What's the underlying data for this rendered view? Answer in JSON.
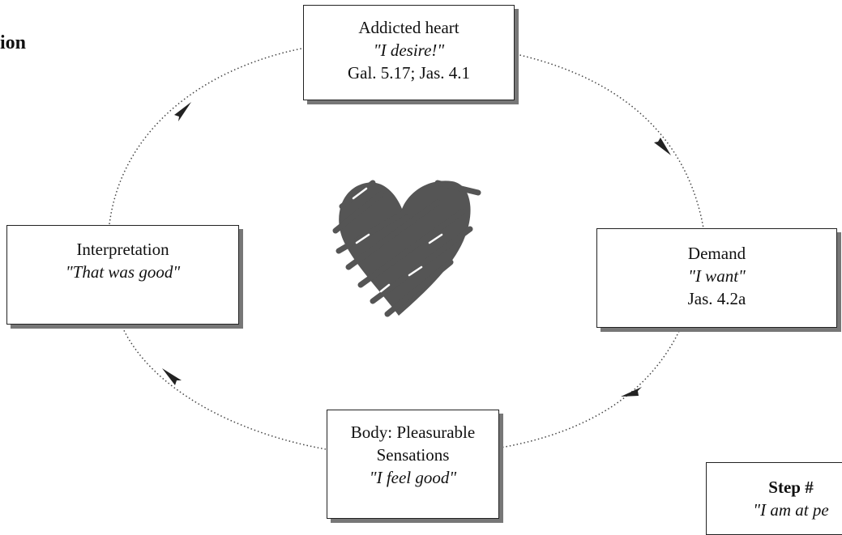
{
  "heading": "ion",
  "boxes": {
    "top": {
      "line1": "Addicted heart",
      "line2": "\"I desire!\"",
      "line3": "Gal. 5.17; Jas. 4.1"
    },
    "right": {
      "line1": "Demand",
      "line2": "\"I want\"",
      "line3": "Jas. 4.2a"
    },
    "bottom": {
      "line1": "Body: Pleasurable",
      "line2": "Sensations",
      "line3": "\"I feel good\""
    },
    "left": {
      "line1": "Interpretation",
      "line2": "\"That was good\""
    },
    "step": {
      "line1": "Step #",
      "line2": "\"I am at pe"
    }
  },
  "center_icon": "scribbled-heart-icon",
  "colors": {
    "heart": "#555555",
    "border": "#222222",
    "shadow": "#777777"
  }
}
